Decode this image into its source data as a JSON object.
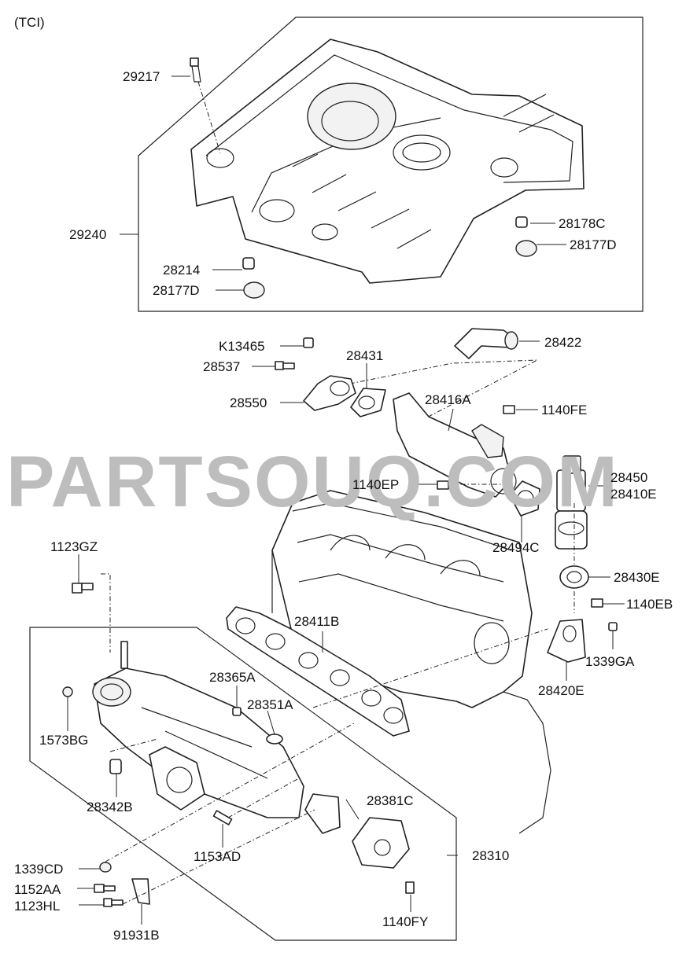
{
  "variant": "(TCI)",
  "watermark": {
    "text": "PARTSOUQ.COM",
    "color": "#bdbdbd"
  },
  "colors": {
    "line": "#222222",
    "background": "#ffffff"
  },
  "callouts": [
    "29217",
    "29240",
    "28214",
    "28177D",
    "28178C",
    "28177D",
    "K13465",
    "28537",
    "28550",
    "28431",
    "28422",
    "28416A",
    "1140FE",
    "1140EP",
    "28450",
    "28410E",
    "28494C",
    "28430E",
    "1140EB",
    "1339GA",
    "28420E",
    "1123GZ",
    "28411B",
    "28365A",
    "28351A",
    "1573BG",
    "28342B",
    "28381C",
    "28310",
    "1153AD",
    "1339CD",
    "1152AA",
    "1123HL",
    "91931B",
    "1140FY"
  ]
}
